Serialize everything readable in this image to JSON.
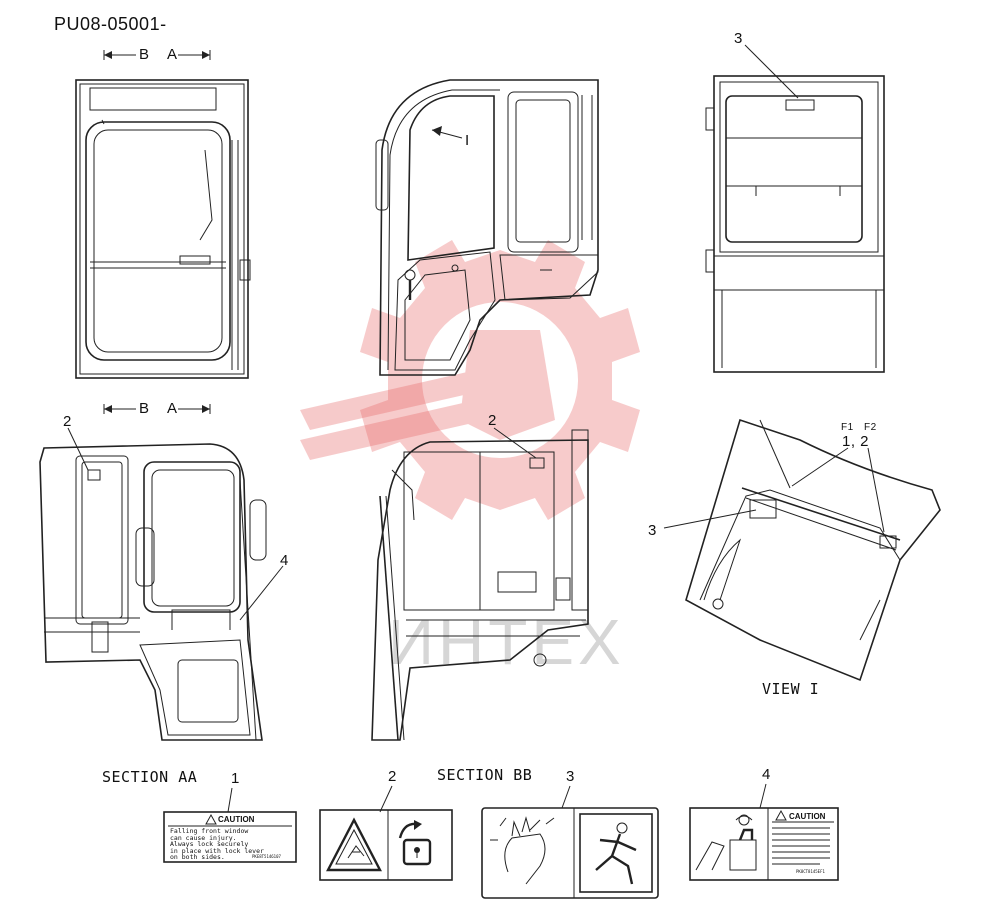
{
  "header": {
    "part_number": "PU08-05001-"
  },
  "section_markers": {
    "b": "B",
    "a": "A"
  },
  "callouts": {
    "c1": "1",
    "c2": "2",
    "c3": "3",
    "c4": "4",
    "view_pair": "1, 2",
    "f1": "F1",
    "f2": "F2",
    "arrow_i": "I"
  },
  "captions": {
    "view_i": "VIEW I",
    "section_aa": "SECTION AA",
    "section_bb": "SECTION BB"
  },
  "decals": {
    "d1_header": "CAUTION",
    "d1_text": "Falling front window\ncan cause injury.\nAlways lock securely\nin place with lock lever\non both sides.",
    "d1_code": "PKE8T5146107",
    "d4_header": "CAUTION",
    "d4_code": "PK8CT8145EF1"
  },
  "watermark": {
    "text": "ИНТЕХ"
  },
  "colors": {
    "line": "#222222",
    "watermark": "#e86a6a"
  }
}
